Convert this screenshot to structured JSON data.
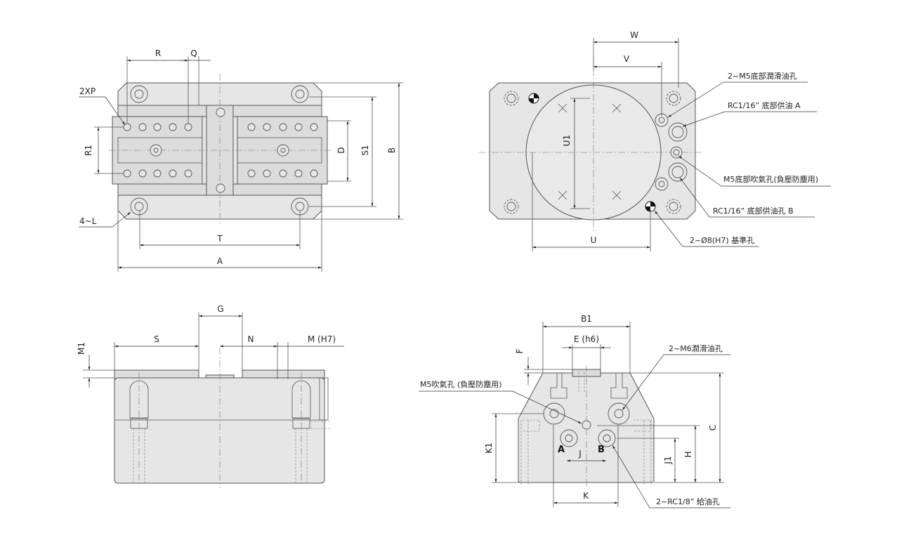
{
  "top_view": {
    "dims": {
      "R": "R",
      "Q": "Q",
      "T": "T",
      "A": "A",
      "R1": "R1",
      "D": "D",
      "S1": "S1",
      "B": "B"
    },
    "notes": {
      "xp": "2XP",
      "l": "4~L"
    }
  },
  "bottom_view": {
    "dims": {
      "W": "W",
      "V": "V",
      "U1": "U1",
      "U": "U"
    },
    "notes": {
      "lube": "2~M5底部潤滑油孔",
      "supply_a": "RC1/16” 底部供油  A",
      "blow": "M5底部吹氣孔(負壓防塵用)",
      "supply_b": "RC1/16” 底部供油孔  B",
      "ref": "2~Ø8(H7) 基準孔"
    }
  },
  "front_view": {
    "dims": {
      "M1": "M1",
      "S": "S",
      "G": "G",
      "N": "N",
      "M": "M (H7)"
    }
  },
  "side_view": {
    "dims": {
      "B1": "B1",
      "E": "E (h6)",
      "F": "F",
      "C": "C",
      "H": "H",
      "J1": "J1",
      "K1": "K1",
      "J": "J",
      "K": "K"
    },
    "ports": {
      "a": "A",
      "b": "B"
    },
    "notes": {
      "blow": "M5吹氣孔 (負壓防塵用)",
      "lube": "2~M6潤滑油孔",
      "feed": "2~RC1/8” 給油孔"
    }
  }
}
